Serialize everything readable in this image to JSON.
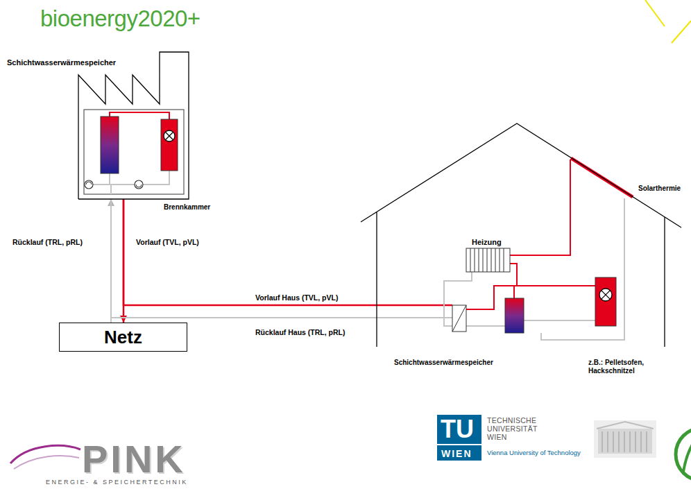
{
  "diagram": {
    "nodes": [
      {
        "text": [
          "Schichtwasserwärmespeicher",
          "Brennkammer"
        ]
      },
      {
        "text": [
          "Heizung",
          "Solarthermie",
          "Schichtwasserwärmespeicher",
          "z.B.: Pelletsofen, Hackschnitzel"
        ]
      },
      {
        "text": [
          "Netz"
        ]
      }
    ],
    "edges": [
      {
        "from": 0,
        "to": 2,
        "arrow": "to",
        "label": "Vorlauf (TVL, pVL)"
      },
      {
        "from": 2,
        "to": 0,
        "arrow": "to",
        "label": "Rücklauf (TRL, pRL)"
      },
      {
        "from": 0,
        "to": 1,
        "arrow": "none",
        "label": "Vorlauf Haus (TVL, pVL)"
      },
      {
        "from": 1,
        "to": 0,
        "arrow": "none",
        "label": "Rücklauf Haus (TRL, pRL)"
      }
    ],
    "labels": [
      "bioenergy2020+",
      "TU",
      "WIEN",
      "TECHNISCHE UNIVERSITÄT WIEN",
      "Vienna University of Technology",
      "PINK",
      "ENERGIE- & SPEICHERTECHNIK"
    ]
  }
}
